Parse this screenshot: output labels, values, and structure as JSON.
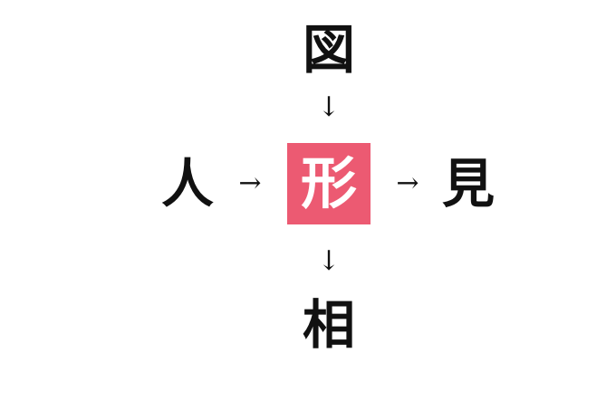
{
  "puzzle": {
    "center": "形",
    "top": "図",
    "left": "人",
    "right": "見",
    "bottom": "相",
    "arrow_down": "↓",
    "arrow_right": "→",
    "colors": {
      "highlight": "#ec5a72",
      "text": "#111111"
    }
  }
}
